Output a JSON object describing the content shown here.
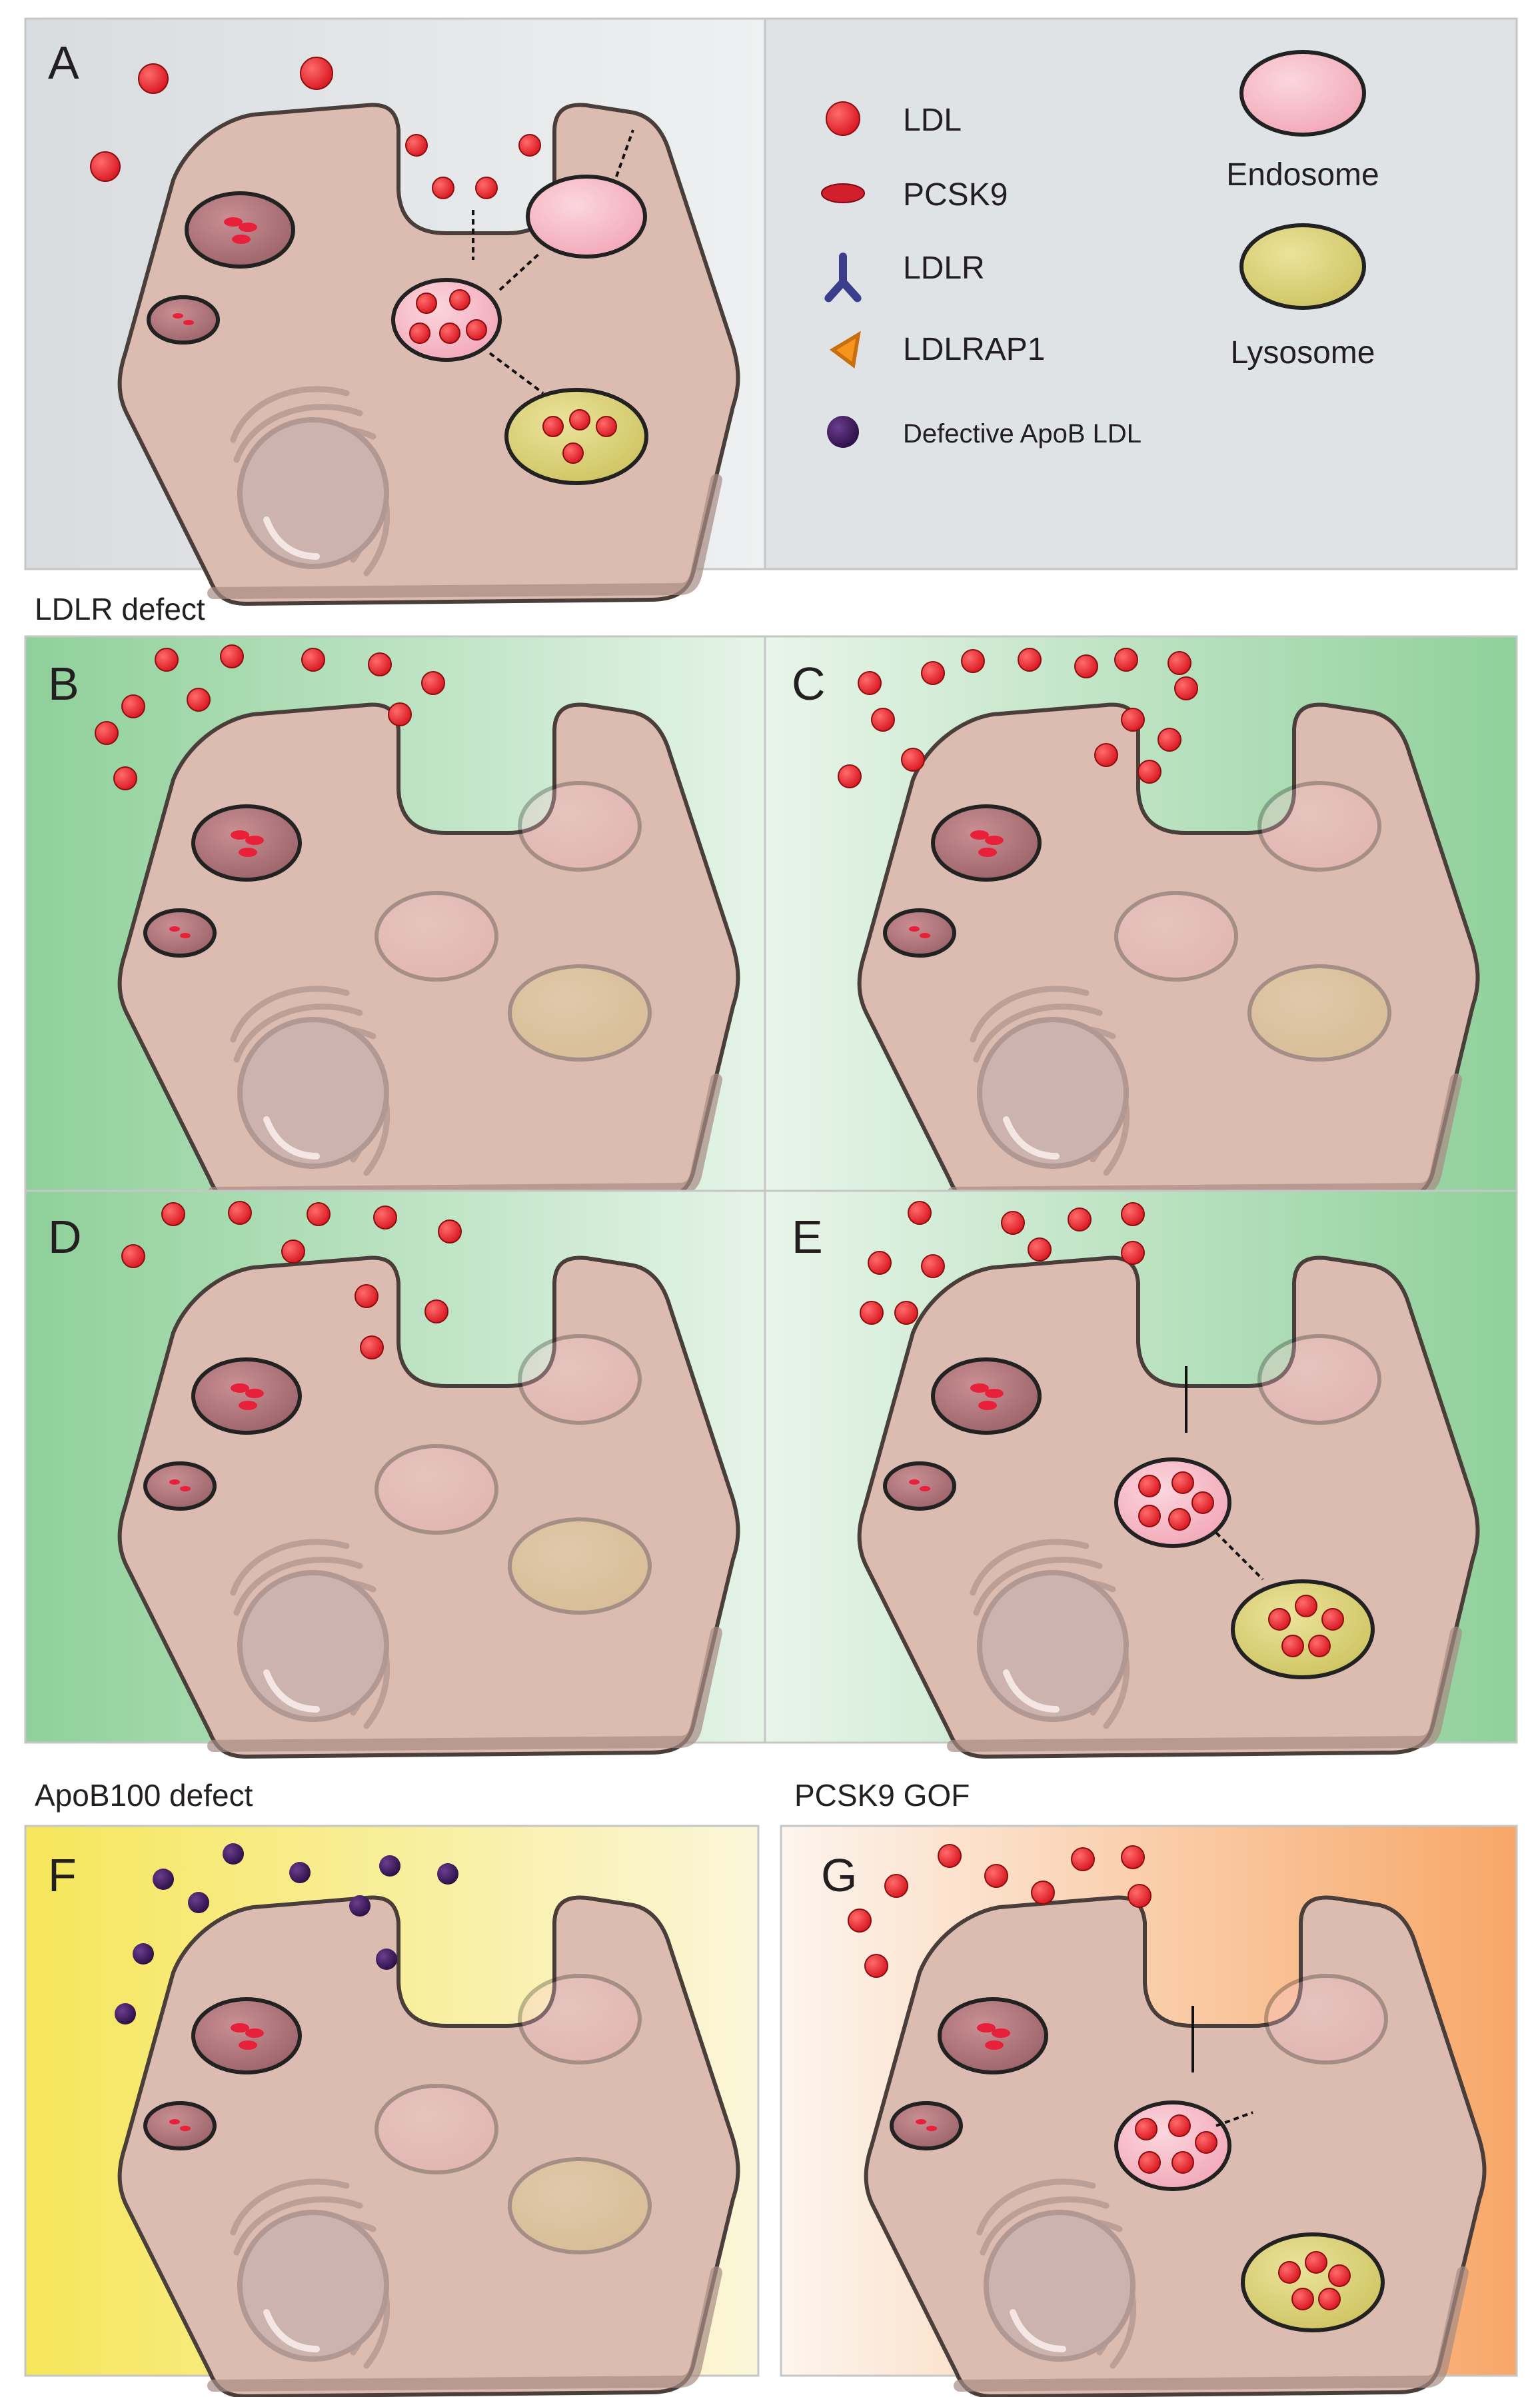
{
  "panel_letters": [
    "A",
    "B",
    "C",
    "D",
    "E",
    "F",
    "G"
  ],
  "section_titles": {
    "ldlr": "LDLR defect",
    "apob": "ApoB100 defect",
    "pcsk9": "PCSK9 GOF"
  },
  "legend": {
    "ldl": "LDL",
    "pcsk9": "PCSK9",
    "ldlr": "LDLR",
    "ldlrap1": "LDLRAP1",
    "defective_apob": "Defective ApoB LDL",
    "endosome": "Endosome",
    "lysosome": "Lysosome"
  },
  "colors": {
    "ldl": "#e8202a",
    "pcsk9": "#d11f2b",
    "ldlr": "#3c3c8c",
    "ldlrap1": "#f7941d",
    "defective_apob": "#3d1a5b",
    "endosome": "#f7bcc8",
    "lysosome": "#d8cf7a",
    "cell": "#dcbcb0",
    "cell_outline": "#4a3e3b",
    "panel_a_bg": "#dfe2e5",
    "ldlr_defect_bg": "#9fd6a8",
    "apob_defect_bg": "#f7ea6a",
    "pcsk9_gof_bg": "#f8ad70"
  }
}
